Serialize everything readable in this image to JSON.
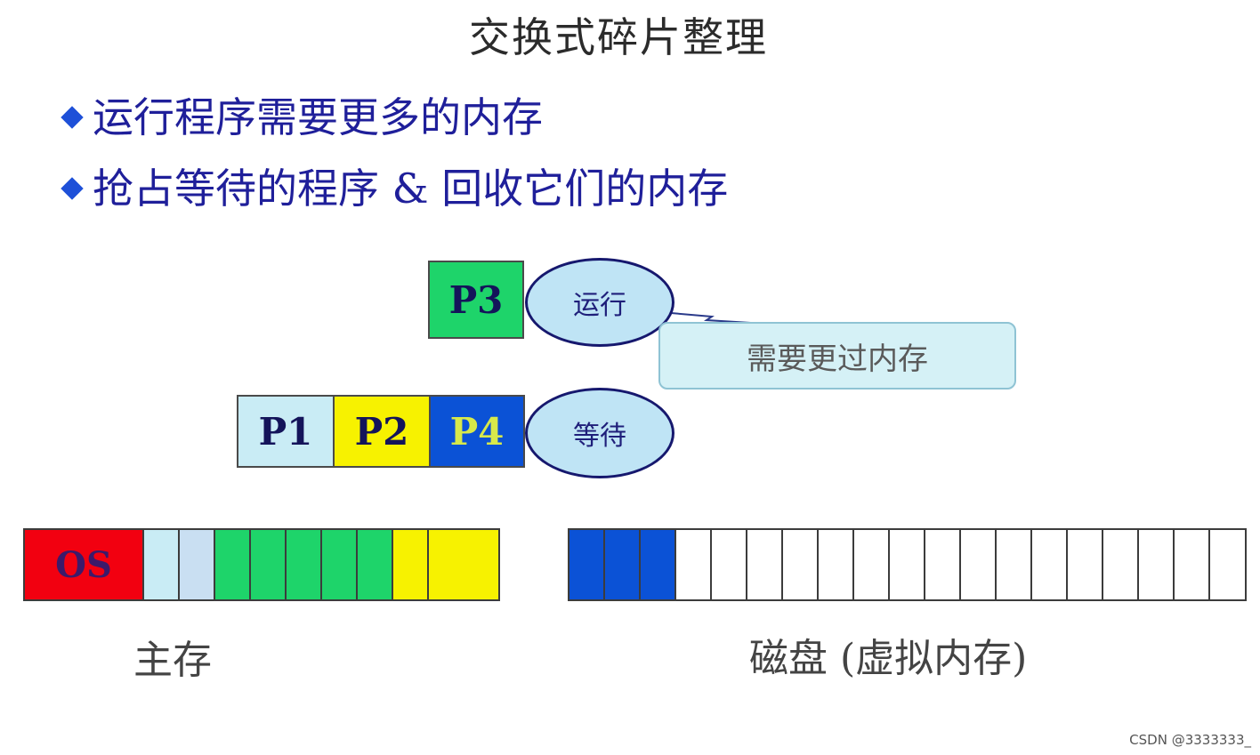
{
  "title": "交换式碎片整理",
  "bullets": [
    "运行程序需要更多的内存",
    "抢占等待的程序 & 回收它们的内存"
  ],
  "processes": {
    "p3": "P3",
    "p1": "P1",
    "p2": "P2",
    "p4": "P4"
  },
  "states": {
    "running": "运行",
    "waiting": "等待"
  },
  "callout": "需要更过内存",
  "main_memory": {
    "os_label": "OS",
    "caption": "主存"
  },
  "disk": {
    "caption": "磁盘 (虚拟内存)"
  },
  "watermark": "CSDN @3333333_",
  "colors": {
    "os": "#f20010",
    "p1": "#c9ecf5",
    "p2": "#f7f200",
    "p3": "#1ed46a",
    "p4": "#0b52d6",
    "empty": "#ffffff"
  }
}
